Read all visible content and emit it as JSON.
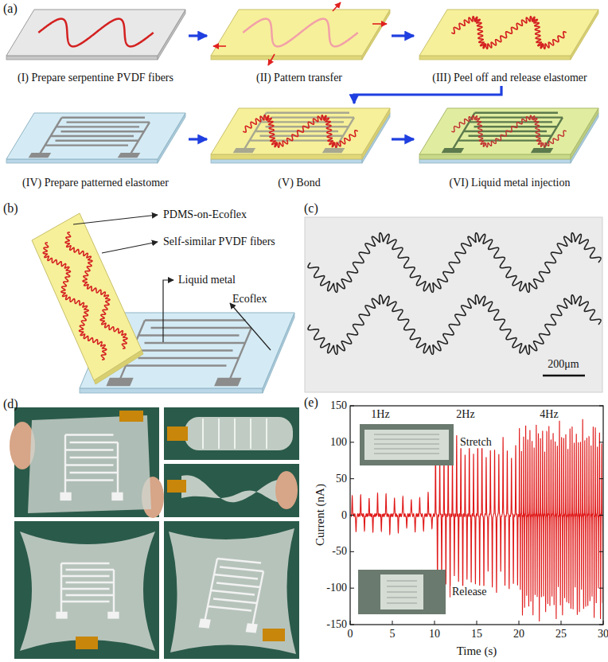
{
  "diagram": {
    "nodes": [
      {
        "text": [
          "(I) Prepare serpentine PVDF fibers"
        ]
      },
      {
        "text": [
          "(II) Pattern transfer"
        ]
      },
      {
        "text": [
          "(III) Peel off and release elastomer"
        ]
      },
      {
        "text": [
          "(IV) Prepare patterned elastomer"
        ]
      },
      {
        "text": [
          "(V) Bond"
        ]
      },
      {
        "text": [
          "(VI) Liquid metal injection"
        ]
      }
    ],
    "edges": [
      {
        "from": 0,
        "to": 1,
        "arrow": "to"
      },
      {
        "from": 1,
        "to": 2,
        "arrow": "to"
      },
      {
        "from": 2,
        "to": 4,
        "arrow": "to"
      },
      {
        "from": 3,
        "to": 4,
        "arrow": "to"
      },
      {
        "from": 4,
        "to": 5,
        "arrow": "to"
      }
    ],
    "labels": [
      "(a)",
      "(b)",
      "(c)",
      "(d)",
      "(e)",
      "PDMS-on-Ecoflex",
      "Self-similar PVDF fibers",
      "Liquid metal",
      "Ecoflex",
      "200μm",
      "1Hz",
      "2Hz",
      "4Hz",
      "Stretch",
      "Release",
      "150",
      "100",
      "50",
      "0",
      "-50",
      "-100",
      "-150",
      "0",
      "5",
      "10",
      "15",
      "20",
      "25",
      "30",
      "Current (nA)",
      "Time (s)"
    ]
  }
}
